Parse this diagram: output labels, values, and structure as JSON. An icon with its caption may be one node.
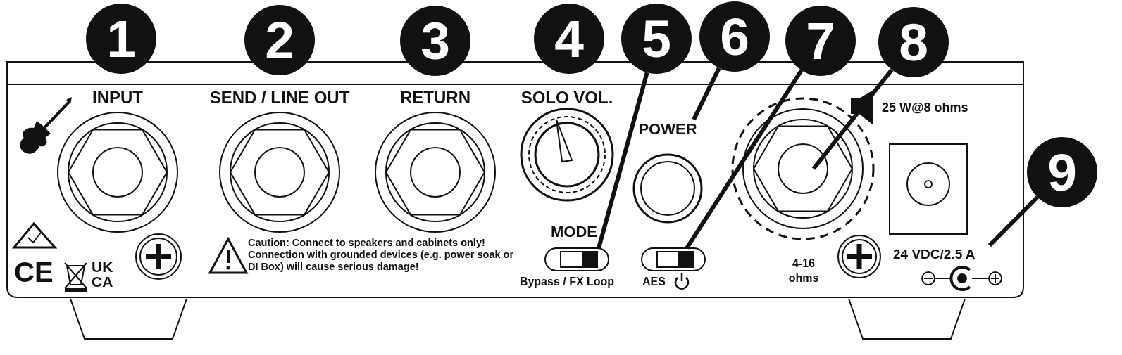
{
  "diagram": {
    "nodes": [
      {
        "text": [
          "1"
        ]
      },
      {
        "text": [
          "2"
        ]
      },
      {
        "text": [
          "3"
        ]
      },
      {
        "text": [
          "4"
        ]
      },
      {
        "text": [
          "5"
        ]
      },
      {
        "text": [],
        "shape": "box"
      },
      {
        "text": [
          "6"
        ]
      },
      {
        "text": [
          "POWER"
        ]
      },
      {
        "text": [
          "7"
        ]
      },
      {
        "text": [],
        "shape": "box"
      },
      {
        "text": [
          "8"
        ]
      },
      {
        "text": [],
        "shape": "circle"
      },
      {
        "text": [
          "9"
        ]
      },
      {
        "text": [
          "24 VDC/2.5 A"
        ]
      }
    ],
    "edges": [
      {
        "from": 4,
        "to": 5,
        "arrow": "none"
      },
      {
        "from": 6,
        "to": 7,
        "arrow": "none"
      },
      {
        "from": 8,
        "to": 9,
        "arrow": "none"
      },
      {
        "from": 10,
        "to": 11,
        "arrow": "none"
      },
      {
        "from": 12,
        "to": 13,
        "arrow": "none"
      }
    ],
    "labels": [
      "INPUT",
      "SEND / LINE OUT",
      "RETURN",
      "SOLO VOL.",
      "25 W@8 ohms",
      "MODE",
      "Caution: Connect to speakers and cabinets only! Connection with grounded devices (e.g. power soak or DI Box) will cause serious damage!",
      "CE",
      "UK CA",
      "Bypass / FX Loop",
      "AES",
      "4-16 ohms"
    ]
  }
}
